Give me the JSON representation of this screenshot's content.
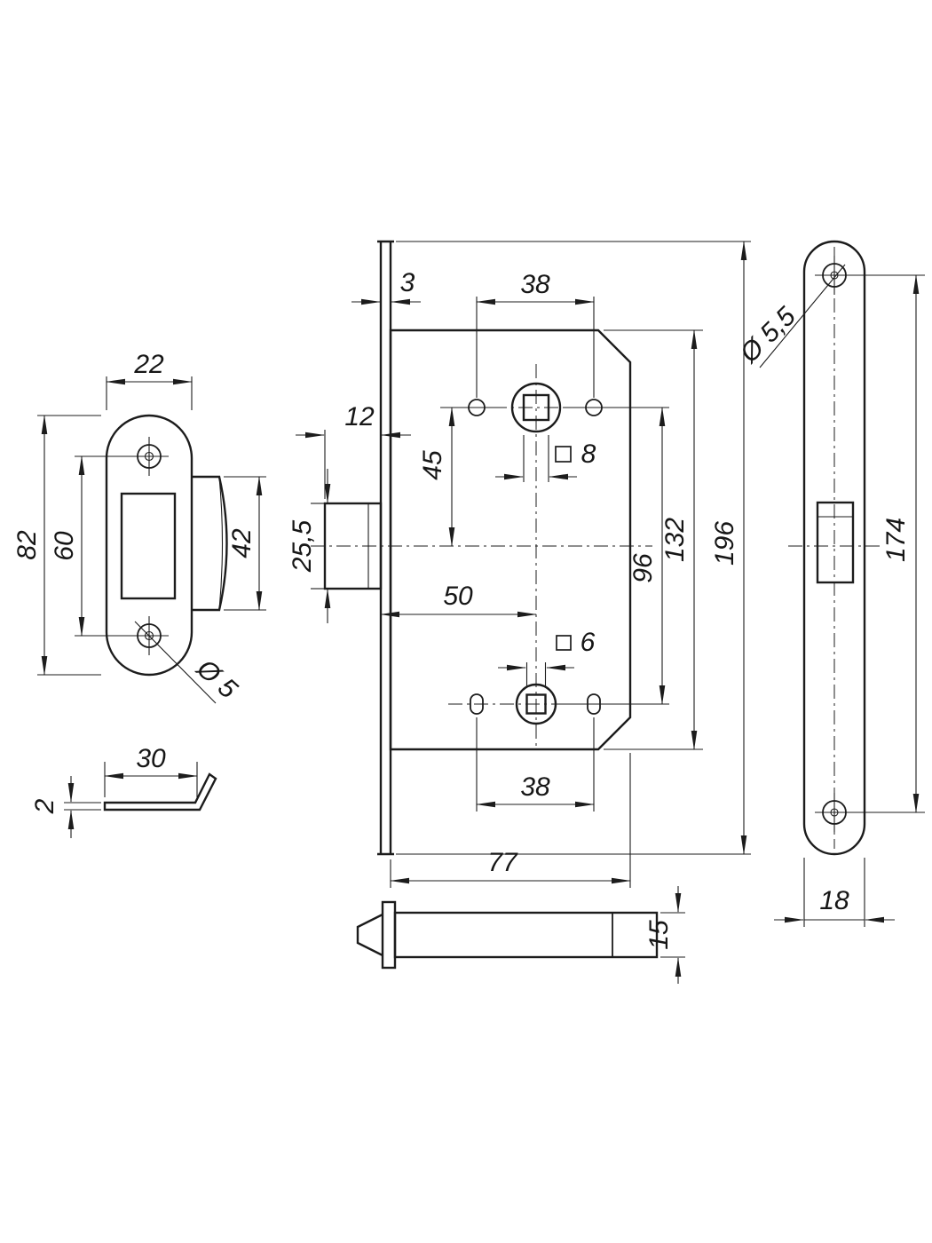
{
  "colors": {
    "background": "#ffffff",
    "line": "#1c1c1c"
  },
  "views": {
    "strike_plate": {
      "dim_width": "22",
      "dim_total_height": "82",
      "dim_hole_spacing": "60",
      "dim_box_height": "42",
      "dim_screw_dia": "Ø 5"
    },
    "dust_lip": {
      "dim_width": "30",
      "dim_thickness": "2"
    },
    "lock_body": {
      "dim_faceplate_thickness": "3",
      "dim_top_hole_spacing": "38",
      "dim_latch_projection": "12",
      "dim_spindle_to_latch": "45",
      "dim_square_top": "8",
      "dim_latch_height": "25,5",
      "dim_backset": "50",
      "dim_square_bottom": "6",
      "dim_spindle_spacing": "96",
      "dim_case_height": "132",
      "dim_faceplate_height": "196",
      "dim_bottom_hole_spacing": "38",
      "dim_case_width": "77"
    },
    "latch_bolt": {
      "dim_thickness": "15"
    },
    "faceplate": {
      "dim_screw_dia": "Ø 5,5",
      "dim_screw_spacing": "174",
      "dim_width": "18"
    }
  }
}
